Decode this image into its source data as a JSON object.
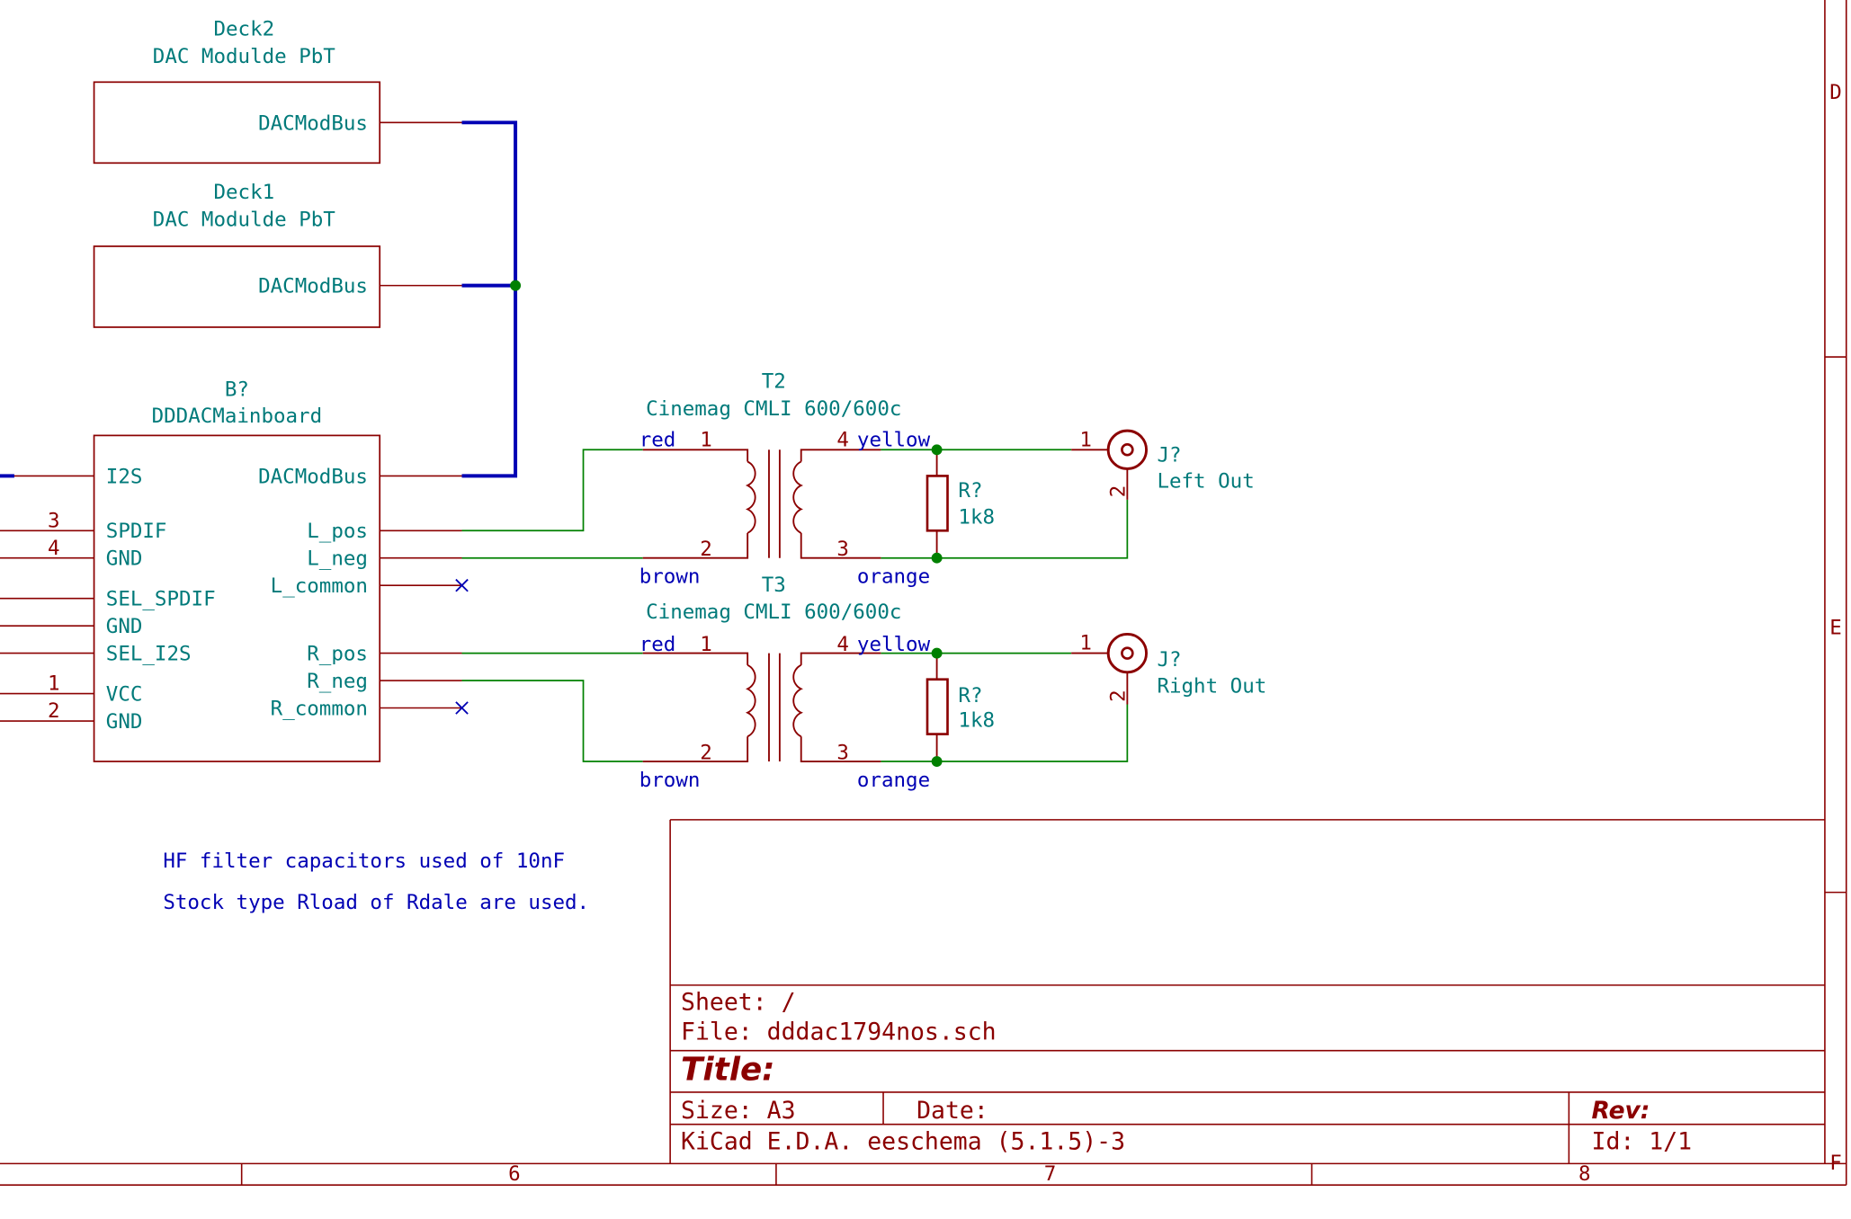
{
  "sheets": [
    {
      "ref": "Deck2",
      "name": "DAC Modulde PbT",
      "port": "DACModBus"
    },
    {
      "ref": "Deck1",
      "name": "DAC Modulde PbT",
      "port": "DACModBus"
    }
  ],
  "mainboard": {
    "ref": "B?",
    "name": "DDDACMainboard",
    "left_pins": [
      "I2S",
      "SPDIF",
      "GND",
      "SEL_SPDIF",
      "GND",
      "SEL_I2S",
      "VCC",
      "GND"
    ],
    "left_pin_numbers": [
      "3",
      "4",
      "1",
      "2"
    ],
    "right_pins": [
      "DACModBus",
      "L_pos",
      "L_neg",
      "L_common",
      "R_pos",
      "R_neg",
      "R_common"
    ]
  },
  "transformers": [
    {
      "ref": "T2",
      "value": "Cinemag CMLI 600/600c",
      "wire_tl": "red",
      "wire_bl": "brown",
      "wire_tr": "yellow",
      "wire_br": "orange",
      "pin_tl": "1",
      "pin_bl": "2",
      "pin_tr": "4",
      "pin_br": "3"
    },
    {
      "ref": "T3",
      "value": "Cinemag CMLI 600/600c",
      "wire_tl": "red",
      "wire_bl": "brown",
      "wire_tr": "yellow",
      "wire_br": "orange",
      "pin_tl": "1",
      "pin_bl": "2",
      "pin_tr": "4",
      "pin_br": "3"
    }
  ],
  "resistors": [
    {
      "ref": "R?",
      "value": "1k8"
    },
    {
      "ref": "R?",
      "value": "1k8"
    }
  ],
  "connectors": [
    {
      "ref": "J?",
      "name": "Left Out",
      "pin1": "1",
      "pin2": "2"
    },
    {
      "ref": "J?",
      "name": "Right Out",
      "pin1": "1",
      "pin2": "2"
    }
  ],
  "notes": [
    "HF filter capacitors used of 10nF",
    "Stock type Rload of Rdale are used."
  ],
  "title_block": {
    "sheet": "Sheet: /",
    "file": "File: dddac1794nos.sch",
    "title": "Title:",
    "size": "Size: A3",
    "date": "Date:",
    "rev": "Rev:",
    "tool": "KiCad E.D.A.  eeschema (5.1.5)-3",
    "id": "Id: 1/1"
  },
  "border": {
    "columns": [
      "6",
      "7",
      "8"
    ],
    "rows": [
      "D",
      "E",
      "F"
    ]
  },
  "colors": {
    "wire": "#008000",
    "bus": "#0000b4",
    "component": "#8b0000",
    "text_label": "#007a7a",
    "net_label": "#0000b4",
    "junction": "#008000"
  }
}
